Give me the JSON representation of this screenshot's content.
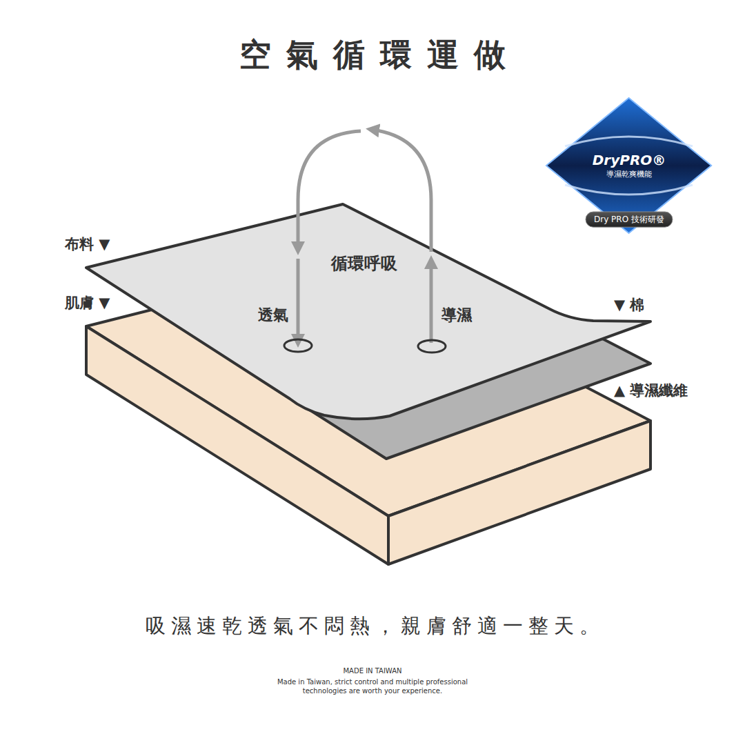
{
  "diagram": {
    "title": "空氣循環運做",
    "caption": "吸濕速乾透氣不悶熱，親膚舒適一整天。",
    "nodes": [
      {
        "text": [
          "DryPRO®",
          "導濕乾爽機能"
        ]
      },
      {
        "text": [
          "Dry PRO 技術研發"
        ]
      }
    ],
    "labels": [
      "循環呼吸",
      "透氣",
      "導濕",
      "布料 ▼",
      "肌膚 ▼",
      "▼ 棉",
      "▲ 導濕纖維",
      "MADE IN TAIWAN",
      "Made in Taiwan, strict control and multiple professional technologies are worth your experience."
    ]
  }
}
